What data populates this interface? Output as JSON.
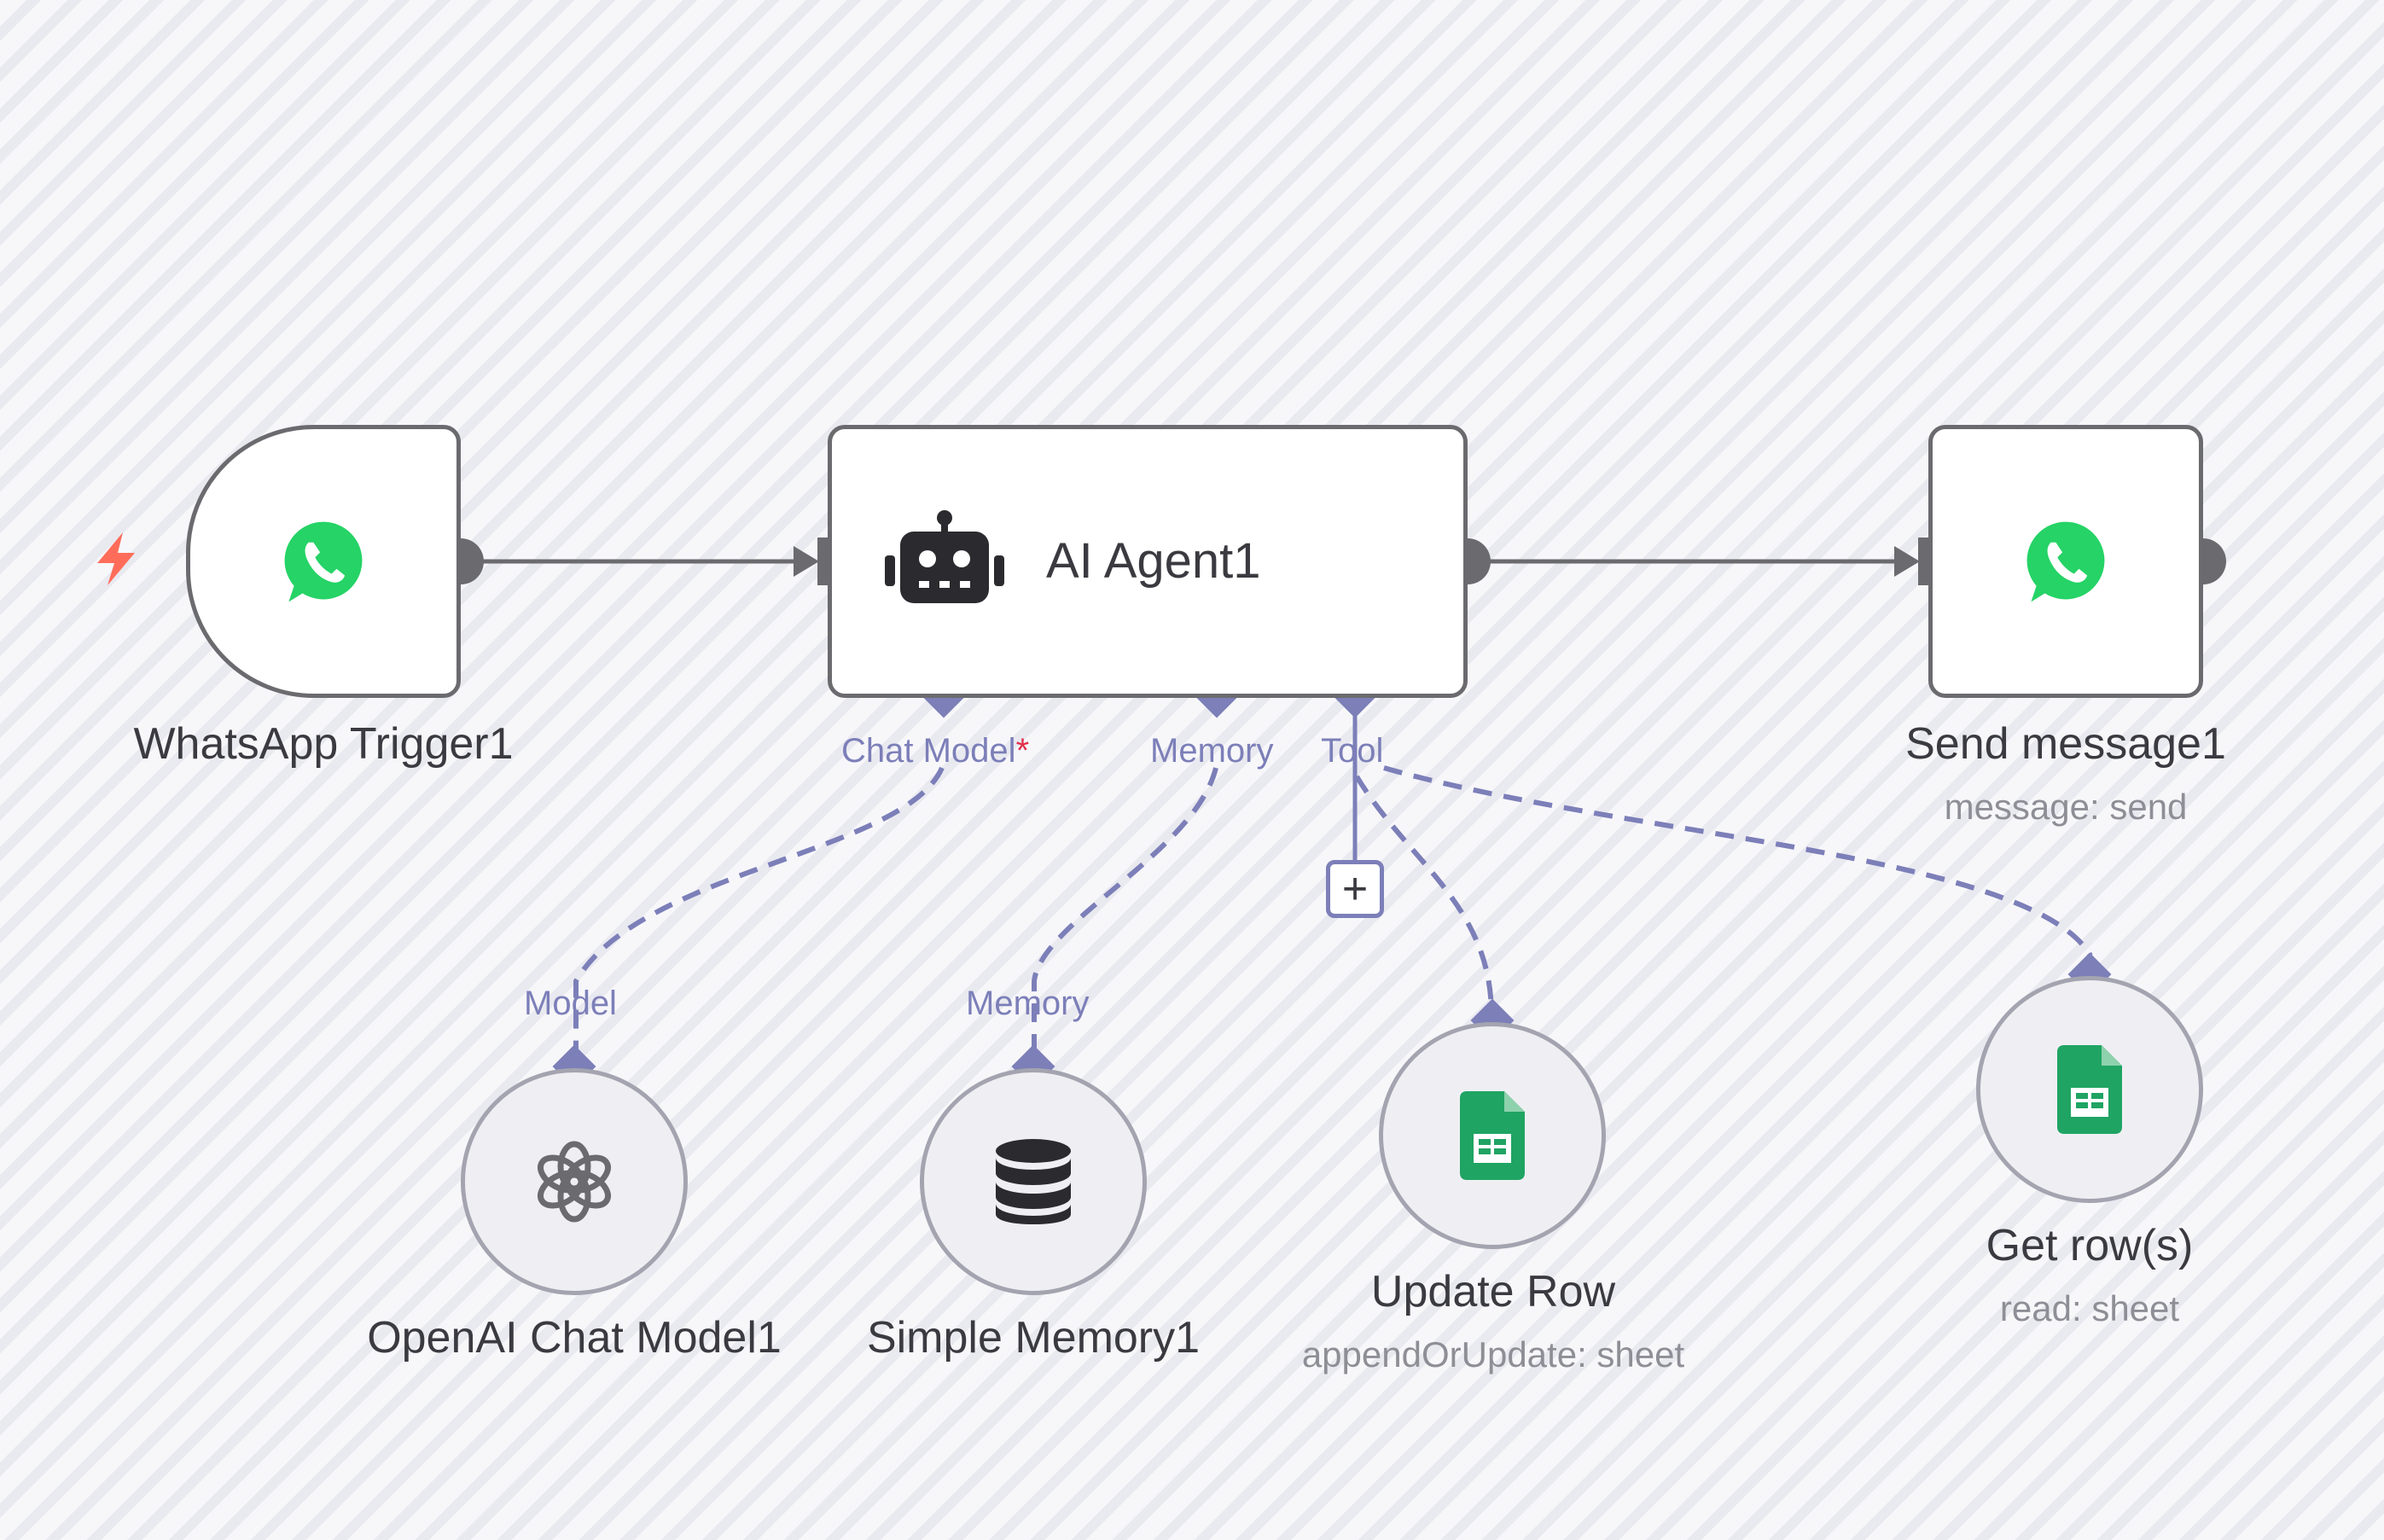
{
  "nodes": {
    "whatsapp_trigger": {
      "title": "WhatsApp Trigger1",
      "icon": "whatsapp-icon"
    },
    "ai_agent": {
      "title": "AI Agent1",
      "icon": "robot-icon",
      "handles": {
        "chat_model": "Chat Model",
        "chat_model_required": "*",
        "memory": "Memory",
        "tool": "Tool"
      }
    },
    "send_message": {
      "title": "Send message1",
      "subtitle": "message: send",
      "icon": "whatsapp-icon"
    },
    "openai_chat_model": {
      "title": "OpenAI Chat Model1",
      "handle_label": "Model",
      "icon": "openai-icon"
    },
    "simple_memory": {
      "title": "Simple Memory1",
      "handle_label": "Memory",
      "icon": "database-icon"
    },
    "update_row": {
      "title": "Update Row",
      "subtitle": "appendOrUpdate: sheet",
      "icon": "google-sheets-icon"
    },
    "get_rows": {
      "title": "Get row(s)",
      "subtitle": "read: sheet",
      "icon": "google-sheets-icon"
    }
  },
  "add_tool_label": "+",
  "colors": {
    "node_border": "#6b6b6f",
    "sub_node_border": "#a4a4b0",
    "sub_node_fill": "#efeff3",
    "connector": "#7c7fb8",
    "main_edge": "#6b6b6f",
    "whatsapp_green": "#25d366",
    "sheets_green": "#1fa463",
    "trigger_bolt": "#ff6d5a"
  }
}
